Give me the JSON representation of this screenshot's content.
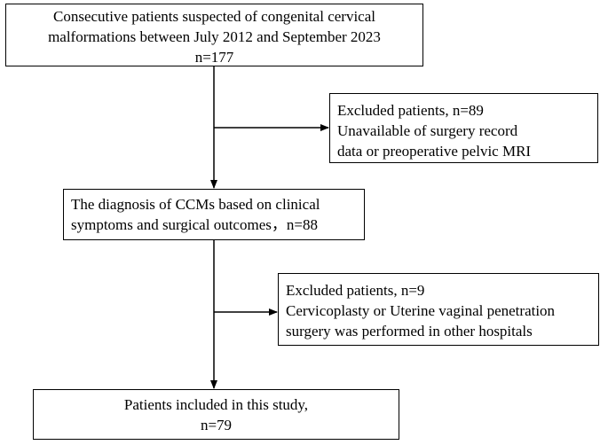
{
  "start": {
    "lines": [
      "Consecutive patients suspected of congenital cervical",
      "malformations between July 2012 and September 2023",
      "n=177"
    ]
  },
  "excluded_1": {
    "lines": [
      "Excluded patients, n=89",
      "Unavailable of surgery record",
      "data or preoperative pelvic MRI"
    ]
  },
  "diagnosis": {
    "lines": [
      "The diagnosis of CCMs based on clinical",
      "symptoms and surgical outcomes，n=88"
    ]
  },
  "excluded_2": {
    "lines": [
      "Excluded patients, n=9",
      "Cervicoplasty or Uterine vaginal penetration",
      "surgery was performed in other hospitals"
    ]
  },
  "included": {
    "lines": [
      "Patients included in this study,",
      "n=79"
    ]
  }
}
